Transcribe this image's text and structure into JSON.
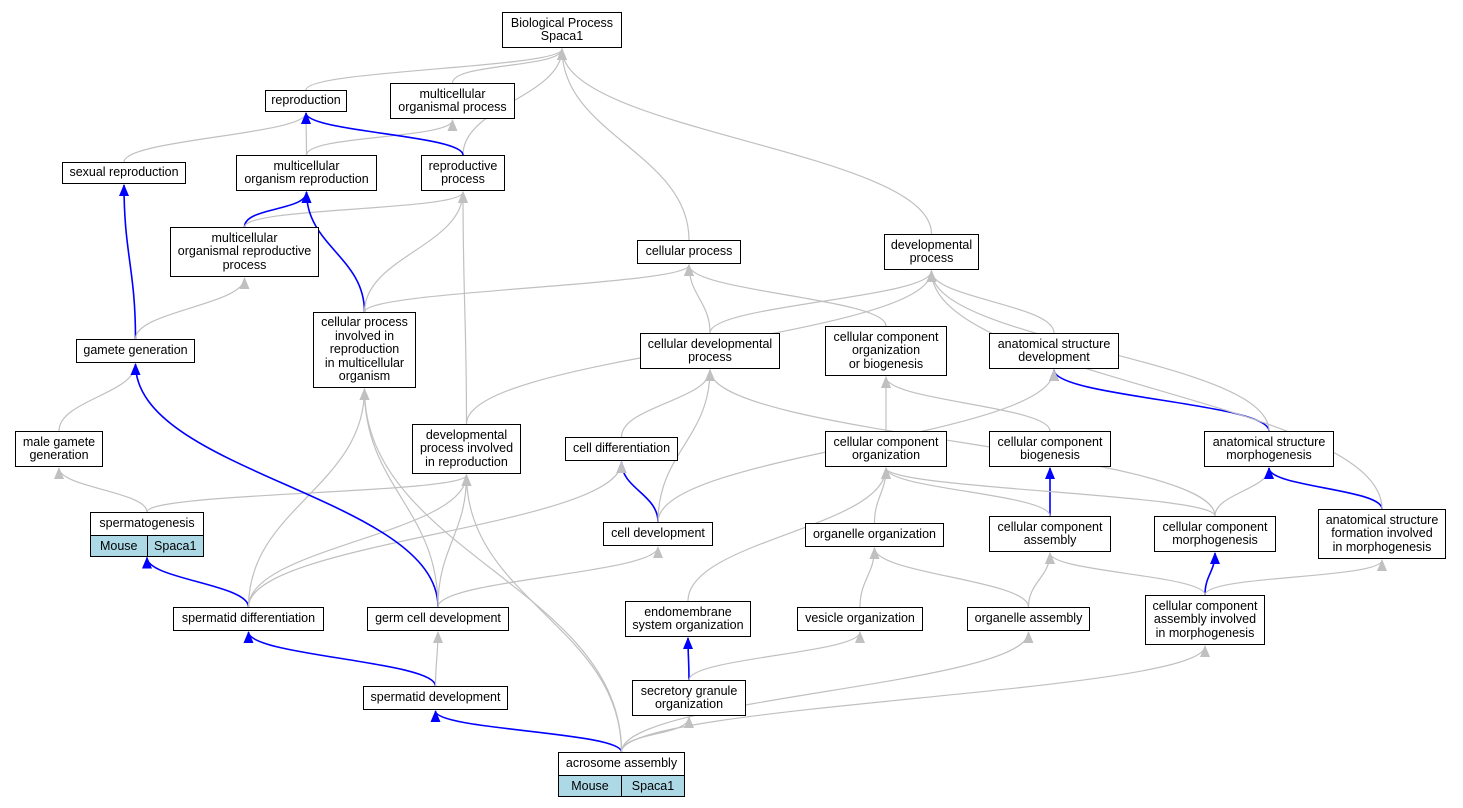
{
  "colors": {
    "is_a_edge": "#c0c0c0",
    "part_of_edge": "#0000ff",
    "tag_bg": "#add8e6",
    "node_border": "#000000"
  },
  "nodes": {
    "bio_process": "Biological Process\nSpaca1",
    "reproduction": "reproduction",
    "multicellular_organismal_process": "multicellular\norganismal process",
    "sexual_reproduction": "sexual reproduction",
    "multicellular_organism_reproduction": "multicellular\norganism reproduction",
    "reproductive_process": "reproductive\nprocess",
    "multicellular_organismal_reproductive_process": "multicellular\norganismal reproductive\nprocess",
    "cellular_process": "cellular process",
    "developmental_process": "developmental\nprocess",
    "gamete_generation": "gamete generation",
    "cellular_process_involved_in_reproduction": "cellular process\ninvolved in\nreproduction\nin multicellular\norganism",
    "cellular_developmental_process": "cellular developmental\nprocess",
    "cellular_component_organization_or_biogenesis": "cellular component\norganization\nor biogenesis",
    "anatomical_structure_development": "anatomical structure\ndevelopment",
    "male_gamete_generation": "male gamete\ngeneration",
    "developmental_process_involved_in_reproduction": "developmental\nprocess involved\nin reproduction",
    "cell_differentiation": "cell differentiation",
    "cellular_component_organization": "cellular component\norganization",
    "cellular_component_biogenesis": "cellular component\nbiogenesis",
    "anatomical_structure_morphogenesis": "anatomical structure\nmorphogenesis",
    "spermatogenesis": "spermatogenesis",
    "cell_development": "cell development",
    "organelle_organization": "organelle organization",
    "cellular_component_assembly": "cellular component\nassembly",
    "cellular_component_morphogenesis": "cellular component\nmorphogenesis",
    "anatomical_structure_formation_involved_in_morphogenesis": "anatomical structure\nformation involved\nin morphogenesis",
    "spermatid_differentiation": "spermatid differentiation",
    "germ_cell_development": "germ cell development",
    "endomembrane_system_organization": "endomembrane\nsystem organization",
    "vesicle_organization": "vesicle organization",
    "organelle_assembly": "organelle assembly",
    "cellular_component_assembly_involved_in_morphogenesis": "cellular component\nassembly involved\nin morphogenesis",
    "spermatid_development": "spermatid development",
    "secretory_granule_organization": "secretory granule\norganization",
    "acrosome_assembly": "acrosome assembly"
  },
  "annotations": {
    "spermatogenesis": {
      "species": "Mouse",
      "gene": "Spaca1"
    },
    "acrosome_assembly": {
      "species": "Mouse",
      "gene": "Spaca1"
    }
  },
  "edges": [
    {
      "from": "reproduction",
      "to": "bio_process",
      "type": "is_a"
    },
    {
      "from": "multicellular_organismal_process",
      "to": "bio_process",
      "type": "is_a"
    },
    {
      "from": "reproductive_process",
      "to": "bio_process",
      "type": "is_a"
    },
    {
      "from": "cellular_process",
      "to": "bio_process",
      "type": "is_a"
    },
    {
      "from": "developmental_process",
      "to": "bio_process",
      "type": "is_a"
    },
    {
      "from": "sexual_reproduction",
      "to": "reproduction",
      "type": "is_a"
    },
    {
      "from": "multicellular_organism_reproduction",
      "to": "reproduction",
      "type": "is_a"
    },
    {
      "from": "multicellular_organism_reproduction",
      "to": "multicellular_organismal_process",
      "type": "is_a"
    },
    {
      "from": "reproductive_process",
      "to": "reproduction",
      "type": "part_of"
    },
    {
      "from": "gamete_generation",
      "to": "sexual_reproduction",
      "type": "part_of"
    },
    {
      "from": "multicellular_organismal_reproductive_process",
      "to": "multicellular_organism_reproduction",
      "type": "part_of"
    },
    {
      "from": "multicellular_organismal_reproductive_process",
      "to": "reproductive_process",
      "type": "is_a"
    },
    {
      "from": "cellular_process_involved_in_reproduction",
      "to": "multicellular_organism_reproduction",
      "type": "part_of"
    },
    {
      "from": "cellular_process_involved_in_reproduction",
      "to": "reproductive_process",
      "type": "is_a"
    },
    {
      "from": "cellular_process_involved_in_reproduction",
      "to": "cellular_process",
      "type": "is_a"
    },
    {
      "from": "developmental_process_involved_in_reproduction",
      "to": "reproductive_process",
      "type": "is_a"
    },
    {
      "from": "developmental_process_involved_in_reproduction",
      "to": "developmental_process",
      "type": "is_a"
    },
    {
      "from": "gamete_generation",
      "to": "multicellular_organismal_reproductive_process",
      "type": "is_a"
    },
    {
      "from": "cellular_developmental_process",
      "to": "cellular_process",
      "type": "is_a"
    },
    {
      "from": "cellular_developmental_process",
      "to": "developmental_process",
      "type": "is_a"
    },
    {
      "from": "cellular_component_organization_or_biogenesis",
      "to": "cellular_process",
      "type": "is_a"
    },
    {
      "from": "anatomical_structure_development",
      "to": "developmental_process",
      "type": "is_a"
    },
    {
      "from": "male_gamete_generation",
      "to": "gamete_generation",
      "type": "is_a"
    },
    {
      "from": "cell_differentiation",
      "to": "cellular_developmental_process",
      "type": "is_a"
    },
    {
      "from": "cellular_component_organization",
      "to": "cellular_component_organization_or_biogenesis",
      "type": "is_a"
    },
    {
      "from": "cellular_component_biogenesis",
      "to": "cellular_component_organization_or_biogenesis",
      "type": "is_a"
    },
    {
      "from": "anatomical_structure_morphogenesis",
      "to": "anatomical_structure_development",
      "type": "part_of"
    },
    {
      "from": "anatomical_structure_morphogenesis",
      "to": "developmental_process",
      "type": "is_a"
    },
    {
      "from": "spermatogenesis",
      "to": "male_gamete_generation",
      "type": "is_a"
    },
    {
      "from": "spermatogenesis",
      "to": "developmental_process_involved_in_reproduction",
      "type": "is_a"
    },
    {
      "from": "cell_development",
      "to": "cell_differentiation",
      "type": "part_of"
    },
    {
      "from": "cell_development",
      "to": "cellular_developmental_process",
      "type": "is_a"
    },
    {
      "from": "cell_development",
      "to": "anatomical_structure_development",
      "type": "is_a"
    },
    {
      "from": "organelle_organization",
      "to": "cellular_component_organization",
      "type": "is_a"
    },
    {
      "from": "cellular_component_assembly",
      "to": "cellular_component_biogenesis",
      "type": "part_of"
    },
    {
      "from": "cellular_component_assembly",
      "to": "cellular_component_organization",
      "type": "is_a"
    },
    {
      "from": "cellular_component_morphogenesis",
      "to": "cellular_component_organization",
      "type": "is_a"
    },
    {
      "from": "cellular_component_morphogenesis",
      "to": "anatomical_structure_morphogenesis",
      "type": "is_a"
    },
    {
      "from": "cellular_component_morphogenesis",
      "to": "cellular_developmental_process",
      "type": "is_a"
    },
    {
      "from": "anatomical_structure_formation_involved_in_morphogenesis",
      "to": "anatomical_structure_morphogenesis",
      "type": "part_of"
    },
    {
      "from": "anatomical_structure_formation_involved_in_morphogenesis",
      "to": "developmental_process",
      "type": "is_a"
    },
    {
      "from": "spermatid_differentiation",
      "to": "spermatogenesis",
      "type": "part_of"
    },
    {
      "from": "spermatid_differentiation",
      "to": "cell_differentiation",
      "type": "is_a"
    },
    {
      "from": "spermatid_differentiation",
      "to": "cellular_process_involved_in_reproduction",
      "type": "is_a"
    },
    {
      "from": "spermatid_differentiation",
      "to": "developmental_process_involved_in_reproduction",
      "type": "is_a"
    },
    {
      "from": "germ_cell_development",
      "to": "gamete_generation",
      "type": "part_of"
    },
    {
      "from": "germ_cell_development",
      "to": "cell_development",
      "type": "is_a"
    },
    {
      "from": "germ_cell_development",
      "to": "cellular_process_involved_in_reproduction",
      "type": "is_a"
    },
    {
      "from": "germ_cell_development",
      "to": "developmental_process_involved_in_reproduction",
      "type": "is_a"
    },
    {
      "from": "endomembrane_system_organization",
      "to": "cellular_component_organization",
      "type": "is_a"
    },
    {
      "from": "vesicle_organization",
      "to": "organelle_organization",
      "type": "is_a"
    },
    {
      "from": "organelle_assembly",
      "to": "organelle_organization",
      "type": "is_a"
    },
    {
      "from": "organelle_assembly",
      "to": "cellular_component_assembly",
      "type": "is_a"
    },
    {
      "from": "cellular_component_assembly_involved_in_morphogenesis",
      "to": "cellular_component_morphogenesis",
      "type": "part_of"
    },
    {
      "from": "cellular_component_assembly_involved_in_morphogenesis",
      "to": "cellular_component_assembly",
      "type": "is_a"
    },
    {
      "from": "cellular_component_assembly_involved_in_morphogenesis",
      "to": "anatomical_structure_formation_involved_in_morphogenesis",
      "type": "is_a"
    },
    {
      "from": "spermatid_development",
      "to": "spermatid_differentiation",
      "type": "part_of"
    },
    {
      "from": "spermatid_development",
      "to": "germ_cell_development",
      "type": "is_a"
    },
    {
      "from": "secretory_granule_organization",
      "to": "endomembrane_system_organization",
      "type": "part_of"
    },
    {
      "from": "secretory_granule_organization",
      "to": "vesicle_organization",
      "type": "is_a"
    },
    {
      "from": "acrosome_assembly",
      "to": "spermatid_development",
      "type": "part_of"
    },
    {
      "from": "acrosome_assembly",
      "to": "secretory_granule_organization",
      "type": "is_a"
    },
    {
      "from": "acrosome_assembly",
      "to": "organelle_assembly",
      "type": "is_a"
    },
    {
      "from": "acrosome_assembly",
      "to": "cellular_component_assembly_involved_in_morphogenesis",
      "type": "is_a"
    },
    {
      "from": "acrosome_assembly",
      "to": "cellular_process_involved_in_reproduction",
      "type": "is_a"
    },
    {
      "from": "acrosome_assembly",
      "to": "developmental_process_involved_in_reproduction",
      "type": "is_a"
    }
  ]
}
